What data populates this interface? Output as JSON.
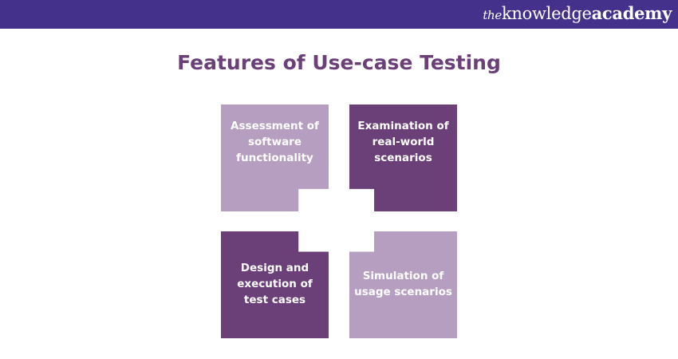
{
  "header": {
    "logo_the": "the",
    "logo_knowledge": "knowledge",
    "logo_academy": "academy"
  },
  "title": "Features of Use-case Testing",
  "features": [
    {
      "label": "Assessment of software functionality"
    },
    {
      "label": "Examination of real-world scenarios"
    },
    {
      "label": "Design and execution of test cases"
    },
    {
      "label": "Simulation of usage scenarios"
    }
  ],
  "colors": {
    "header": "#44318b",
    "light": "#b59ec0",
    "dark": "#6b4079",
    "title": "#6b4079"
  }
}
